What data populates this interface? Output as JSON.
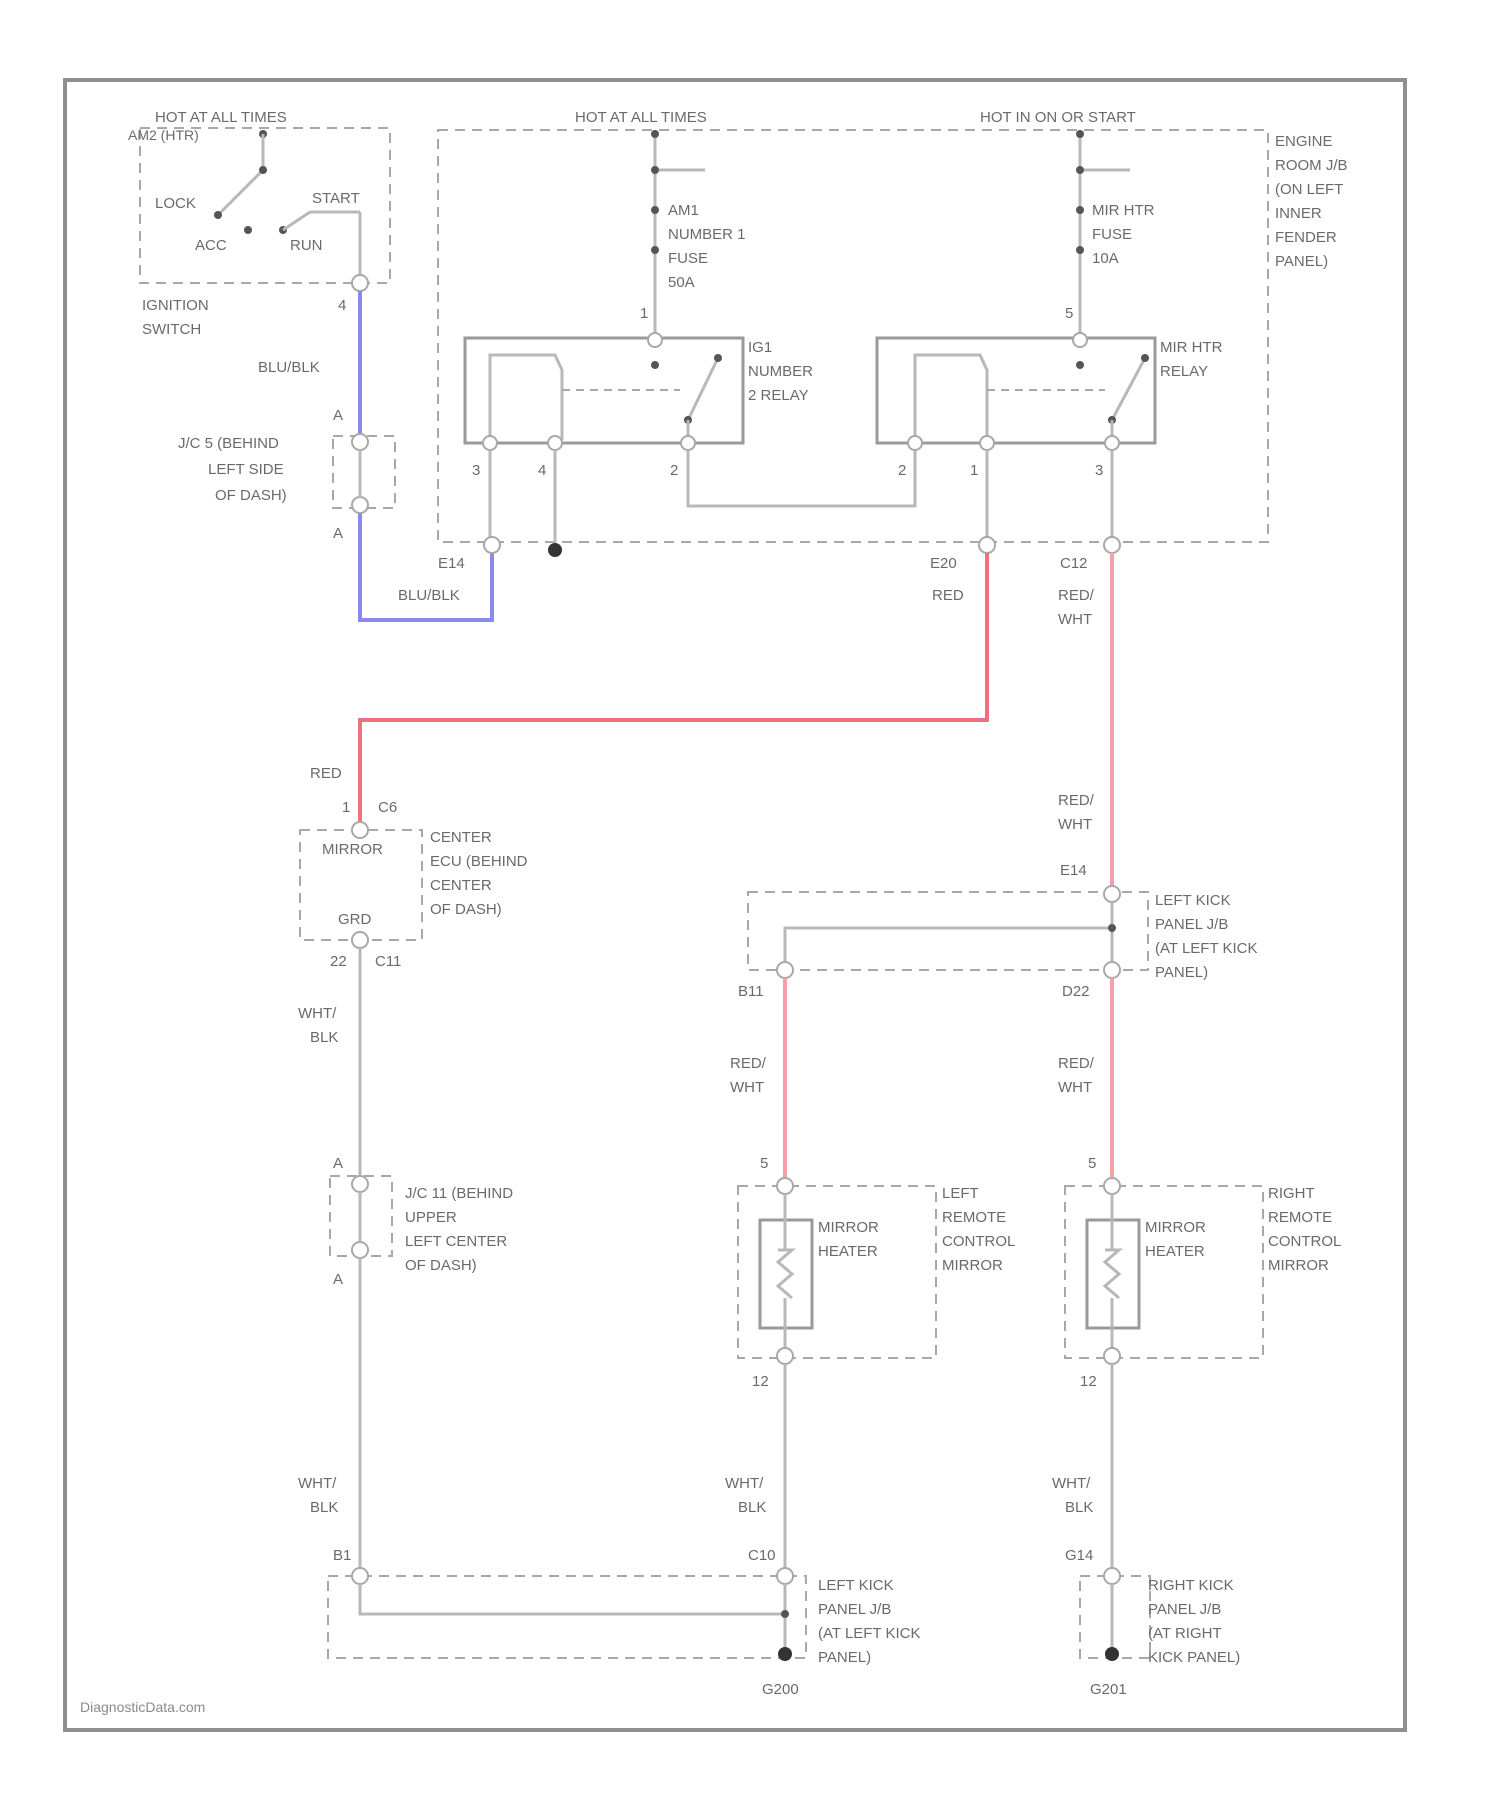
{
  "footer": "DiagnosticData.com",
  "ignition": {
    "feed": "HOT AT ALL TIMES",
    "subfeed": "AM2 (HTR)",
    "lock": "LOCK",
    "acc": "ACC",
    "run": "RUN",
    "start": "START",
    "name_line1": "IGNITION",
    "name_line2": "SWITCH",
    "pin": "4"
  },
  "jc5": {
    "pin_top": "A",
    "pin_bottom": "A",
    "line1": "J/C 5 (BEHIND",
    "line2": "LEFT SIDE",
    "line3": "OF DASH)"
  },
  "wires": {
    "blu_blk_1": "BLU/BLK",
    "blu_blk_2": "BLU/BLK",
    "red_1": "RED",
    "red_2": "RED",
    "red_wht_1a": "RED/",
    "red_wht_1b": "WHT",
    "red_wht_2a": "RED/",
    "red_wht_2b": "WHT",
    "red_wht_3a": "RED/",
    "red_wht_3b": "WHT",
    "red_wht_4a": "RED/",
    "red_wht_4b": "WHT",
    "wht_blk_1a": "WHT/",
    "wht_blk_1b": "BLK",
    "wht_blk_2a": "WHT/",
    "wht_blk_2b": "BLK",
    "wht_blk_3a": "WHT/",
    "wht_blk_3b": "BLK",
    "wht_blk_4a": "WHT/",
    "wht_blk_4b": "BLK"
  },
  "engine_jb": {
    "hot_all_times": "HOT AT ALL TIMES",
    "hot_in_on_start": "HOT IN ON OR START",
    "line1": "ENGINE",
    "line2": "ROOM J/B",
    "line3": "(ON LEFT",
    "line4": "INNER",
    "line5": "FENDER",
    "line6": "PANEL)",
    "fuse1_l1": "AM1",
    "fuse1_l2": "NUMBER 1",
    "fuse1_l3": "FUSE",
    "fuse1_l4": "50A",
    "fuse2_l1": "MIR HTR",
    "fuse2_l2": "FUSE",
    "fuse2_l3": "10A",
    "relay1_l1": "IG1",
    "relay1_l2": "NUMBER",
    "relay1_l3": "2 RELAY",
    "relay2_l1": "MIR HTR",
    "relay2_l2": "RELAY",
    "pin_r1_top": "1",
    "pin_r2_top": "5",
    "pin_r1_3": "3",
    "pin_r1_4": "4",
    "pin_r1_2": "2",
    "pin_r2_2": "2",
    "pin_r2_1": "1",
    "pin_r2_3": "3",
    "conn_e14": "E14",
    "conn_e20": "E20",
    "conn_c12": "C12"
  },
  "center_ecu": {
    "conn_pin": "1",
    "conn_id": "C6",
    "mirror": "MIRROR",
    "grd": "GRD",
    "line1": "CENTER",
    "line2": "ECU (BEHIND",
    "line3": "CENTER",
    "line4": "OF DASH)",
    "pin_bottom": "22",
    "conn_bottom": "C11"
  },
  "jc11": {
    "pin_top": "A",
    "pin_bottom": "A",
    "line1": "J/C 11 (BEHIND",
    "line2": "UPPER",
    "line3": "LEFT CENTER",
    "line4": "OF DASH)"
  },
  "left_kick_jb": {
    "conn_top": "E14",
    "line1": "LEFT KICK",
    "line2": "PANEL J/B",
    "line3": "(AT LEFT KICK",
    "line4": "PANEL)",
    "conn_b11": "B11",
    "conn_d22": "D22"
  },
  "left_mirror": {
    "pin_top": "5",
    "heater1": "MIRROR",
    "heater2": "HEATER",
    "line1": "LEFT",
    "line2": "REMOTE",
    "line3": "CONTROL",
    "line4": "MIRROR",
    "pin_bottom": "12"
  },
  "right_mirror": {
    "pin_top": "5",
    "heater1": "MIRROR",
    "heater2": "HEATER",
    "line1": "RIGHT",
    "line2": "REMOTE",
    "line3": "CONTROL",
    "line4": "MIRROR",
    "pin_bottom": "12"
  },
  "left_kick_jb_bottom": {
    "conn_b1": "B1",
    "conn_c10": "C10",
    "line1": "LEFT KICK",
    "line2": "PANEL J/B",
    "line3": "(AT LEFT KICK",
    "line4": "PANEL)",
    "ground": "G200"
  },
  "right_kick_jb": {
    "conn": "G14",
    "line1": "RIGHT KICK",
    "line2": "PANEL J/B",
    "line3": "(AT RIGHT",
    "line4": "KICK PANEL)",
    "ground": "G201"
  }
}
